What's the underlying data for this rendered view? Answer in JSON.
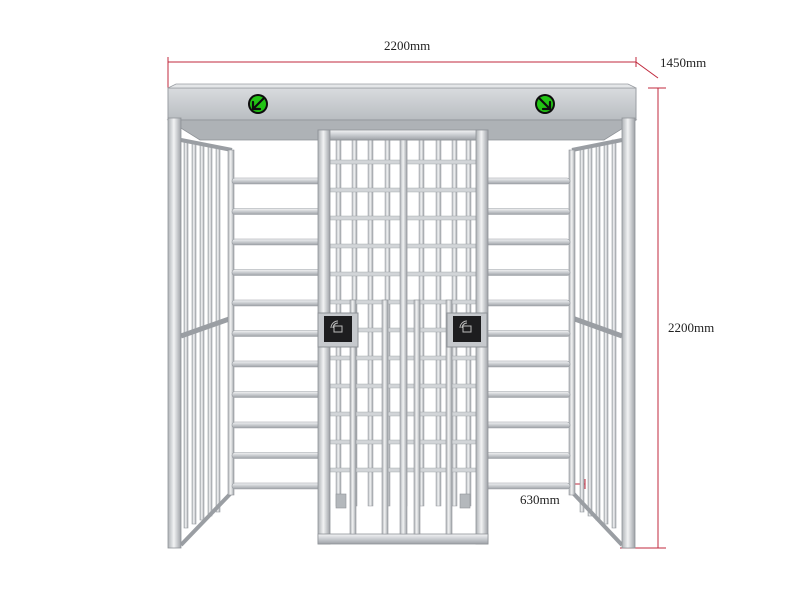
{
  "dimensions": {
    "width": "2200mm",
    "depth": "1450mm",
    "height": "2200mm",
    "lane_width": "630mm"
  },
  "indicators": {
    "left_arrow": {
      "icon": "green-arrow-down-left-icon",
      "color": "#22c414"
    },
    "right_arrow": {
      "icon": "green-arrow-down-right-icon",
      "color": "#22c414"
    }
  },
  "colors": {
    "dimension_line": "#c0283c",
    "frame": "#c9ccd0",
    "frame_dark": "#8f9398",
    "card_reader": "#1d1d1f"
  }
}
